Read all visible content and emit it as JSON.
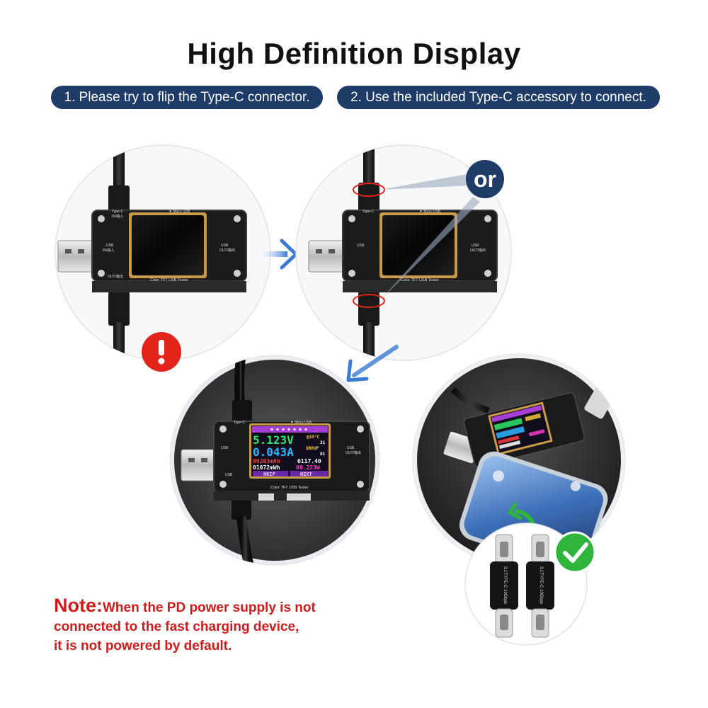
{
  "title": "High Definition Display",
  "steps": [
    "1. Please try to flip the Type-C connector.",
    "2. Use the included Type-C accessory to connect."
  ],
  "or_label": "or",
  "device": {
    "type_c_label": "Type-C",
    "in_label": "IN/输入",
    "usb_label": "USB",
    "out_label": "OUT/输出",
    "micro_usb_label": "▼ Micro USB",
    "brand_label": "Color TFT USB Tester"
  },
  "screen": {
    "voltage": "5.123V",
    "temp": "@33°C",
    "temp_val": "31",
    "current": "0.043A",
    "group_label": "GROUP",
    "group_val": "01",
    "mah": "00203mAh",
    "time": "0117.40",
    "mwh": "01072mWh",
    "power": "00.223W",
    "btn_left": "HKIP",
    "btn_right": "NEXT"
  },
  "adapter_label": "3.1TYPE-C 10Gbps",
  "note": {
    "label": "Note:",
    "line1": "When the PD power supply is not",
    "line2": "connected to the fast charging device,",
    "line3": "it is not powered by default."
  },
  "colors": {
    "pill_bg": "#1f3b68",
    "note_red": "#d11a1a",
    "warning_red": "#e3241b",
    "check_green": "#2fb53b",
    "arrow_blue": "#3a7bd5"
  }
}
